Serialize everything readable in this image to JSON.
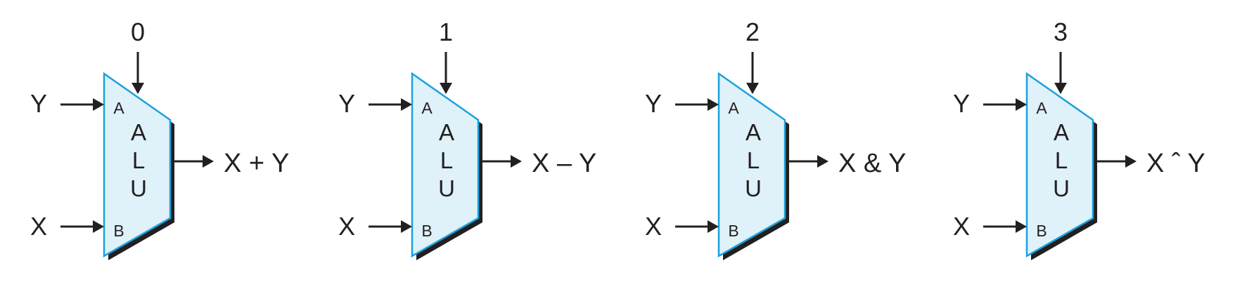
{
  "diagram": {
    "colors": {
      "body_fill": "#dff1f9",
      "body_outline": "#1ba1dc",
      "shadow": "#231f20",
      "ink": "#231f20"
    },
    "alus": [
      {
        "control": "0",
        "input_top": "Y",
        "input_bottom": "X",
        "port_a": "A",
        "port_b": "B",
        "body_letters": [
          "A",
          "L",
          "U"
        ],
        "output": "X + Y"
      },
      {
        "control": "1",
        "input_top": "Y",
        "input_bottom": "X",
        "port_a": "A",
        "port_b": "B",
        "body_letters": [
          "A",
          "L",
          "U"
        ],
        "output": "X – Y"
      },
      {
        "control": "2",
        "input_top": "Y",
        "input_bottom": "X",
        "port_a": "A",
        "port_b": "B",
        "body_letters": [
          "A",
          "L",
          "U"
        ],
        "output": "X & Y"
      },
      {
        "control": "3",
        "input_top": "Y",
        "input_bottom": "X",
        "port_a": "A",
        "port_b": "B",
        "body_letters": [
          "A",
          "L",
          "U"
        ],
        "output": "X ˆ Y"
      }
    ]
  }
}
